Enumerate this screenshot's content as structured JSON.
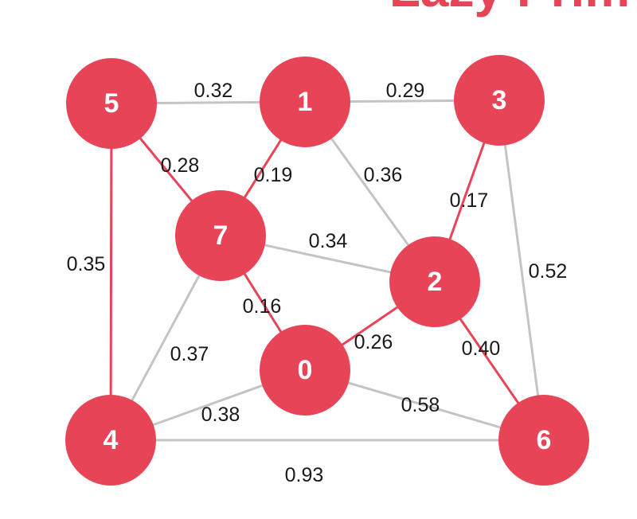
{
  "title": "Lazy Prim",
  "colors": {
    "node": "#e84458",
    "node_text": "#ffffff",
    "tree_edge": "#e84458",
    "other_edge": "#c4c4c4",
    "edge_label": "#1a1a1a",
    "title": "#e84458"
  },
  "nodes": [
    {
      "id": "5",
      "label": "5"
    },
    {
      "id": "1",
      "label": "1"
    },
    {
      "id": "3",
      "label": "3"
    },
    {
      "id": "7",
      "label": "7"
    },
    {
      "id": "2",
      "label": "2"
    },
    {
      "id": "0",
      "label": "0"
    },
    {
      "id": "4",
      "label": "4"
    },
    {
      "id": "6",
      "label": "6"
    }
  ],
  "edges": [
    {
      "from": "5",
      "to": "1",
      "weight": "0.32",
      "in_tree": false
    },
    {
      "from": "1",
      "to": "3",
      "weight": "0.29",
      "in_tree": false
    },
    {
      "from": "5",
      "to": "7",
      "weight": "0.28",
      "in_tree": true
    },
    {
      "from": "1",
      "to": "7",
      "weight": "0.19",
      "in_tree": true
    },
    {
      "from": "1",
      "to": "2",
      "weight": "0.36",
      "in_tree": false
    },
    {
      "from": "3",
      "to": "2",
      "weight": "0.17",
      "in_tree": true
    },
    {
      "from": "5",
      "to": "4",
      "weight": "0.35",
      "in_tree": true
    },
    {
      "from": "7",
      "to": "2",
      "weight": "0.34",
      "in_tree": false
    },
    {
      "from": "3",
      "to": "6",
      "weight": "0.52",
      "in_tree": false
    },
    {
      "from": "7",
      "to": "0",
      "weight": "0.16",
      "in_tree": true
    },
    {
      "from": "7",
      "to": "4",
      "weight": "0.37",
      "in_tree": false
    },
    {
      "from": "0",
      "to": "2",
      "weight": "0.26",
      "in_tree": true
    },
    {
      "from": "2",
      "to": "6",
      "weight": "0.40",
      "in_tree": true
    },
    {
      "from": "4",
      "to": "0",
      "weight": "0.38",
      "in_tree": false
    },
    {
      "from": "0",
      "to": "6",
      "weight": "0.58",
      "in_tree": false
    },
    {
      "from": "4",
      "to": "6",
      "weight": "0.93",
      "in_tree": false
    }
  ]
}
